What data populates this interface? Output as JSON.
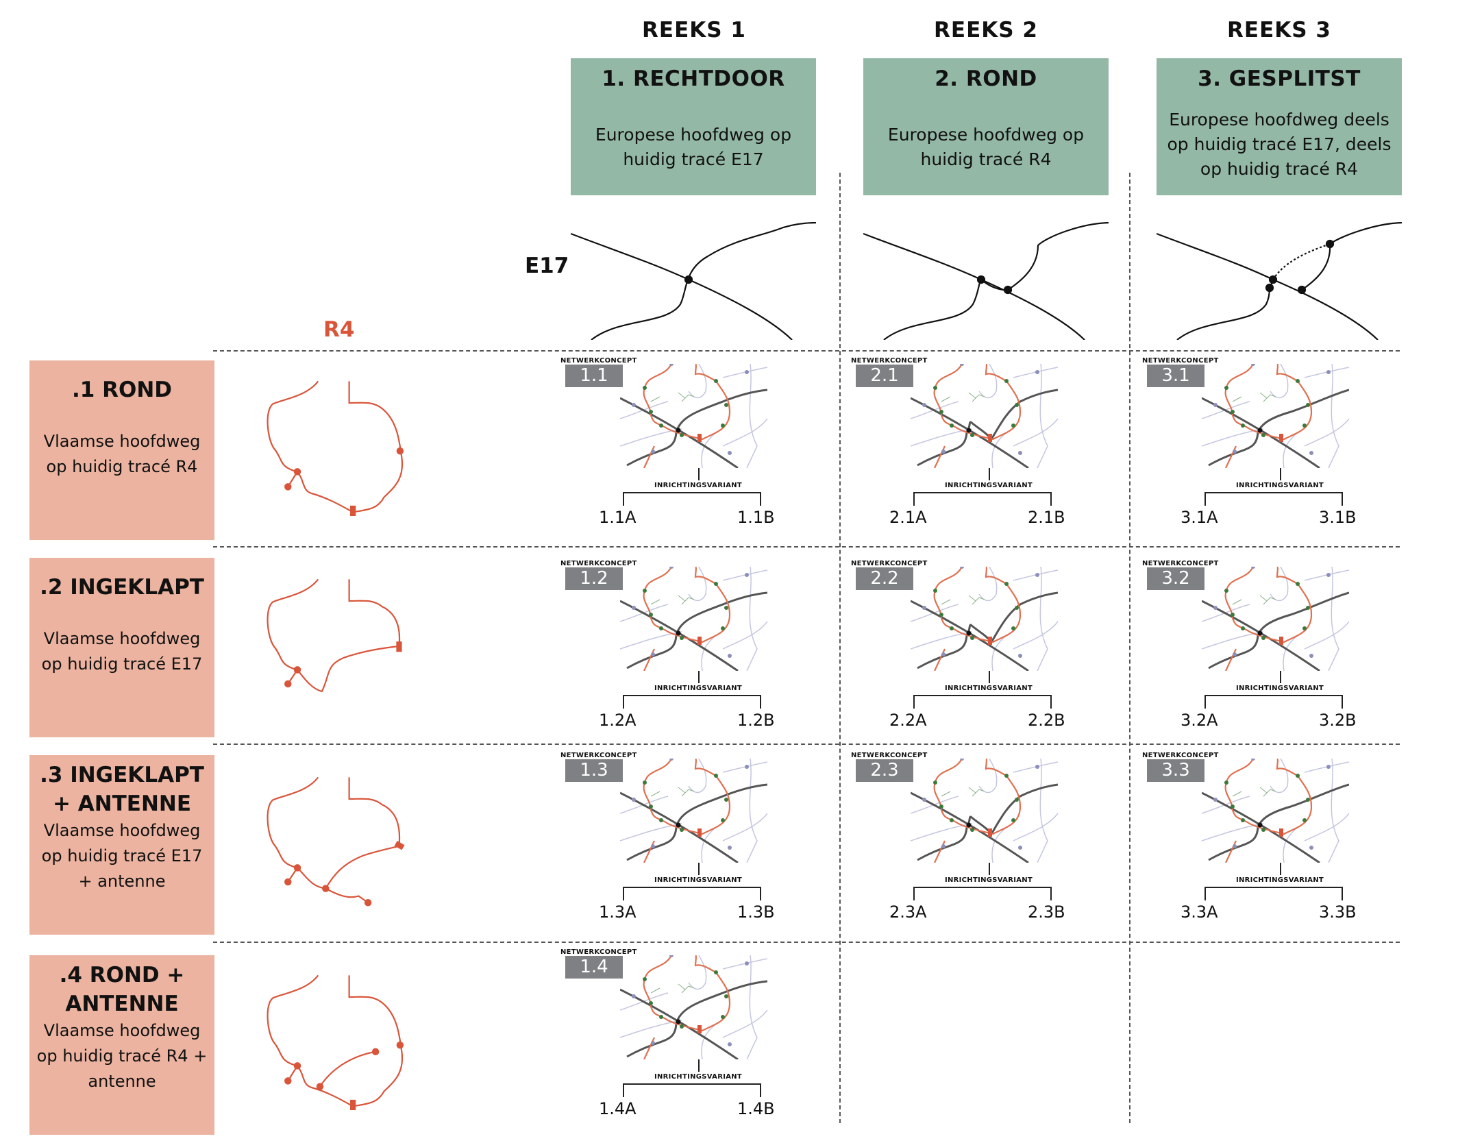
{
  "reeksen": [
    {
      "header": "REEKS 1",
      "title": "1. RECHTDOOR",
      "description": "Europese hoofdweg op huidig tracé E17"
    },
    {
      "header": "REEKS 2",
      "title": "2. ROND",
      "description": "Europese hoofdweg op huidig tracé R4"
    },
    {
      "header": "REEKS 3",
      "title": "3. GESPLITST",
      "description": "Europese hoofdweg deels op huidig tracé E17, deels op huidig tracé R4"
    }
  ],
  "labels": {
    "e17": "E17",
    "r4": "R4",
    "netwerkconcept": "NETWERKCONCEPT",
    "inrichtingsvariant": "INRICHTINGSVARIANT"
  },
  "rows": [
    {
      "title": ".1 ROND",
      "description": "Vlaamse hoofdweg op huidig tracé R4"
    },
    {
      "title": ".2 INGEKLAPT",
      "description": "Vlaamse hoofdweg op huidig tracé E17"
    },
    {
      "title": ".3 INGEKLAPT + ANTENNE",
      "description": "Vlaamse hoofdweg op huidig tracé E17 + antenne"
    },
    {
      "title": ".4 ROND + ANTENNE",
      "description": "Vlaamse hoofdweg op huidig tracé R4 + antenne"
    }
  ],
  "cells": [
    {
      "row": 0,
      "col": 0,
      "id": "1.1",
      "a": "1.1A",
      "b": "1.1B"
    },
    {
      "row": 0,
      "col": 1,
      "id": "2.1",
      "a": "2.1A",
      "b": "2.1B"
    },
    {
      "row": 0,
      "col": 2,
      "id": "3.1",
      "a": "3.1A",
      "b": "3.1B"
    },
    {
      "row": 1,
      "col": 0,
      "id": "1.2",
      "a": "1.2A",
      "b": "1.2B"
    },
    {
      "row": 1,
      "col": 1,
      "id": "2.2",
      "a": "2.2A",
      "b": "2.2B"
    },
    {
      "row": 1,
      "col": 2,
      "id": "3.2",
      "a": "3.2A",
      "b": "3.2B"
    },
    {
      "row": 2,
      "col": 0,
      "id": "1.3",
      "a": "1.3A",
      "b": "1.3B"
    },
    {
      "row": 2,
      "col": 1,
      "id": "2.3",
      "a": "2.3A",
      "b": "2.3B"
    },
    {
      "row": 2,
      "col": 2,
      "id": "3.3",
      "a": "3.3A",
      "b": "3.3B"
    },
    {
      "row": 3,
      "col": 0,
      "id": "1.4",
      "a": "1.4A",
      "b": "1.4B"
    }
  ],
  "colors": {
    "green": "#94b8a6",
    "pink": "#ebb3a0",
    "orange": "#d9553a",
    "badge": "#7f8083"
  }
}
